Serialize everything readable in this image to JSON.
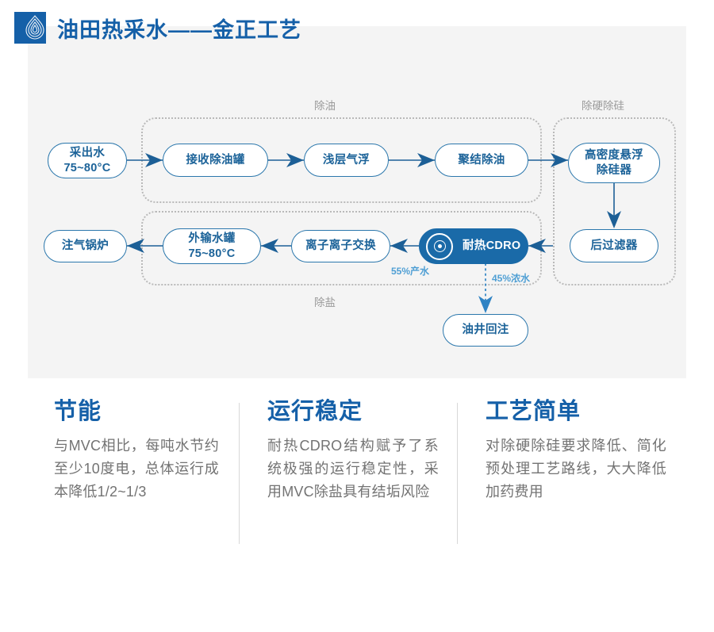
{
  "header": {
    "title": "油田热采水——金正工艺",
    "logo_icon": "water-drop-ripple-logo"
  },
  "diagram": {
    "groups": [
      {
        "label": "除油"
      },
      {
        "label": "除硬除硅"
      },
      {
        "label": "除盐"
      }
    ],
    "nodes": [
      {
        "id": "source",
        "label": "采出水\n75~80°C"
      },
      {
        "id": "receiving",
        "label": "接收除油罐"
      },
      {
        "id": "flotation",
        "label": "浅层气浮"
      },
      {
        "id": "coalescer",
        "label": "聚结除油"
      },
      {
        "id": "desilicon",
        "label": "高密度悬浮\n除硅器"
      },
      {
        "id": "postfilter",
        "label": "后过滤器"
      },
      {
        "id": "cdro",
        "label": "耐热CDRO"
      },
      {
        "id": "ionex",
        "label": "离子离子交换"
      },
      {
        "id": "outtank",
        "label": "外输水罐\n75~80°C"
      },
      {
        "id": "boiler",
        "label": "注气锅炉"
      },
      {
        "id": "reinject",
        "label": "油井回注"
      }
    ],
    "flow_labels": [
      {
        "id": "permeate",
        "label": "55%产水"
      },
      {
        "id": "concentrate",
        "label": "45%浓水"
      }
    ]
  },
  "features": [
    {
      "title": "节能",
      "body": "与MVC相比，每吨水节约至少10度电，总体运行成本降低1/2~1/3"
    },
    {
      "title": "运行稳定",
      "body": "耐热CDRO结构赋予了系统极强的运行稳定性，采用MVC除盐具有结垢风险"
    },
    {
      "title": "工艺简单",
      "body": "对除硬除硅要求降低、简化预处理工艺路线，大大降低加药费用"
    }
  ],
  "colors": {
    "brand_blue": "#1560a8",
    "node_border": "#2b77ac",
    "node_text": "#1c6399",
    "solid_node_bg": "#1a6aa8",
    "arrow": "#1c5f96",
    "group_border": "#b9b9b9",
    "group_label": "#9a9a9a",
    "flow_label": "#4f9fd4",
    "panel_bg": "#f4f4f4",
    "body_text": "#737373"
  }
}
